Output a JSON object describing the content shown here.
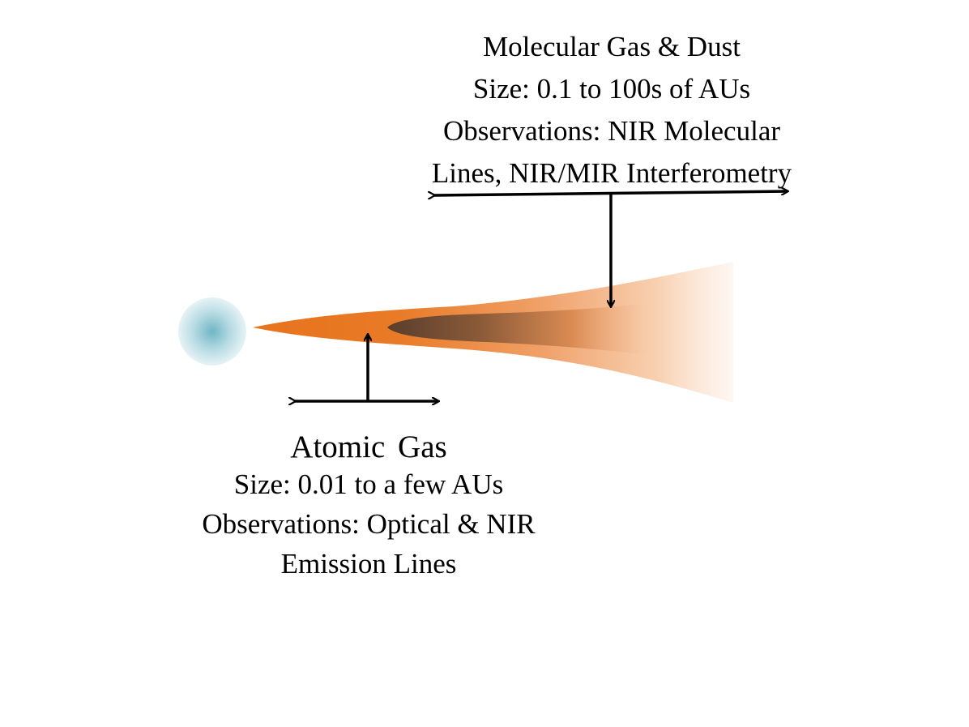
{
  "molecular": {
    "title": "Molecular Gas & Dust",
    "size": "Size: 0.1 to 100s of AUs",
    "observations_1": "Observations:  NIR Molecular",
    "observations_2": "Lines, NIR/MIR Interferometry"
  },
  "atomic": {
    "title": "Atomic Gas",
    "size": "Size: 0.01 to  a few AUs",
    "observations_1": "Observations:  Optical & NIR",
    "observations_2": "Emission Lines"
  },
  "colors": {
    "star_center": "#6fb6c4",
    "star_edge": "#e6f3f6",
    "disk_inner": "#e8731c",
    "disk_outer": "#fbe3d2",
    "molecular_core": "#6a4a36",
    "arrow": "#000000"
  }
}
